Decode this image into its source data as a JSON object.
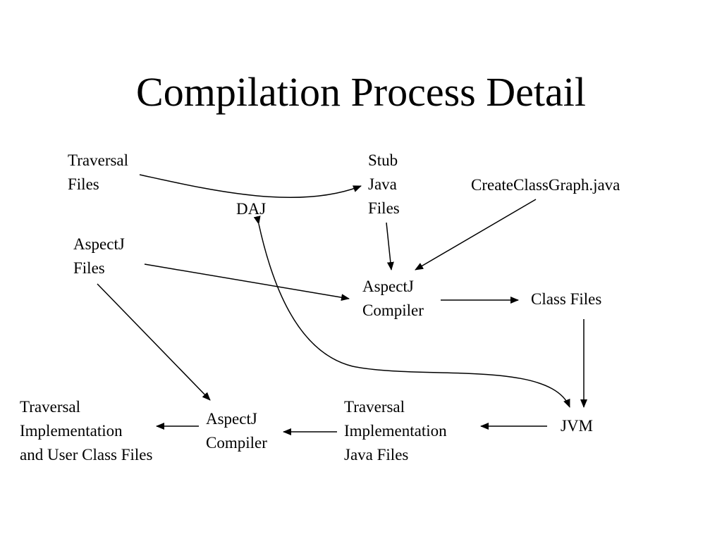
{
  "slide": {
    "title": "Compilation Process Detail"
  },
  "nodes": {
    "traversal_files": [
      "Traversal",
      "Files"
    ],
    "stub_java_files": [
      "Stub",
      "Java",
      "Files"
    ],
    "create_class_graph": [
      "CreateClassGraph.java"
    ],
    "daj": [
      "DAJ"
    ],
    "aspectj_files": [
      "AspectJ",
      "Files"
    ],
    "aspectj_compiler_top": [
      "AspectJ",
      "Compiler"
    ],
    "class_files": [
      "Class Files"
    ],
    "jvm": [
      "JVM"
    ],
    "traversal_impl_user_class": [
      "Traversal",
      "Implementation",
      "and User Class Files"
    ],
    "aspectj_compiler_bottom": [
      "AspectJ",
      "Compiler"
    ],
    "traversal_impl_java": [
      "Traversal",
      "Implementation",
      "Java Files"
    ]
  }
}
